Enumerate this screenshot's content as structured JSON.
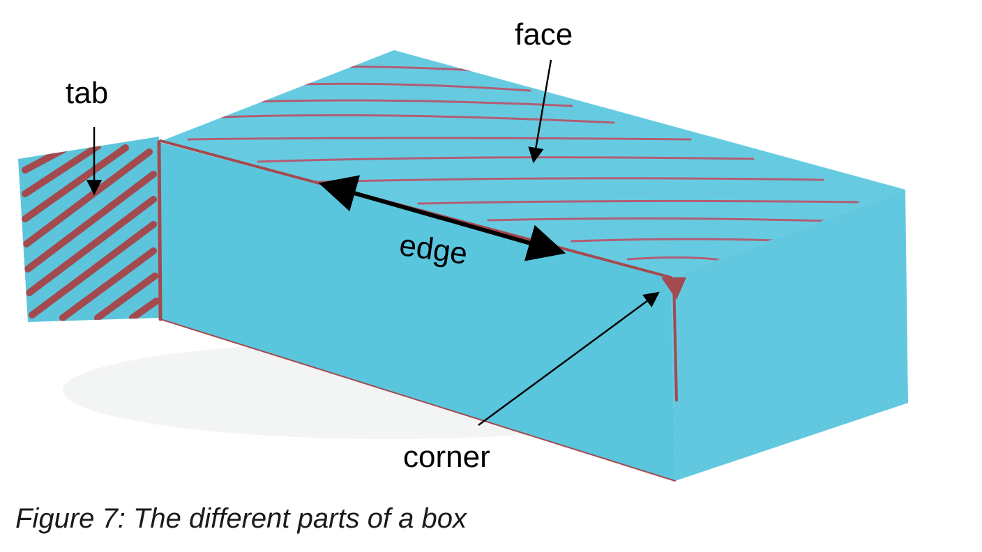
{
  "labels": {
    "face": "face",
    "tab": "tab",
    "edge": "edge",
    "corner": "corner"
  },
  "caption": "Figure 7: The different parts of a box",
  "colors": {
    "box_face": "#5ac6de",
    "box_top": "#66cbe1",
    "box_side": "#62c8e0",
    "tab_fill": "#5cc4db",
    "marker_red": "#a34a4f",
    "hatch_top": "#b25d73",
    "arrow": "#000000"
  },
  "icons": {
    "box": "paper-box-illustration"
  }
}
